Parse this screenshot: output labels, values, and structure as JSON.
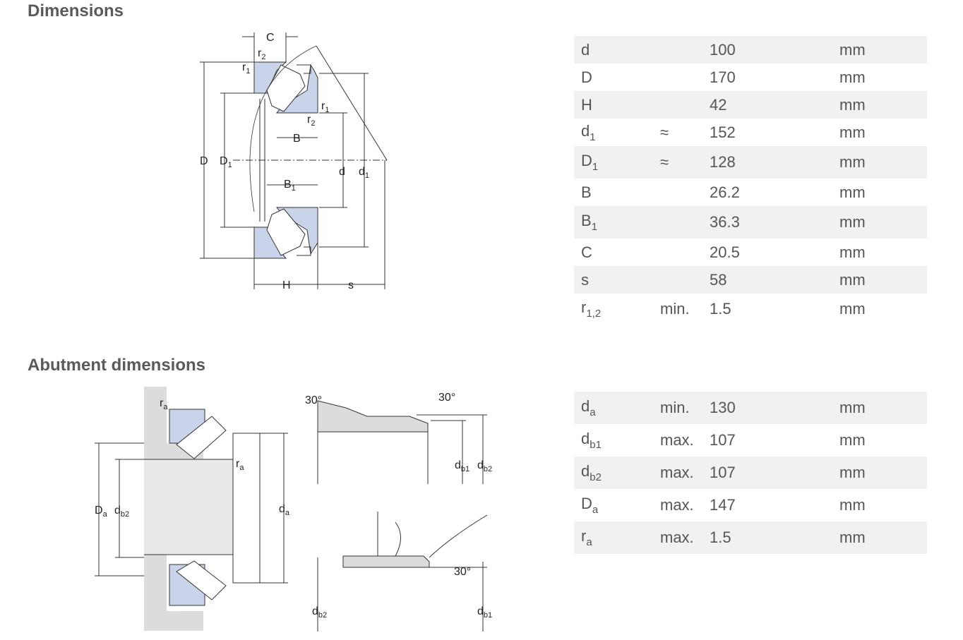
{
  "sections": {
    "dimensions_title": "Dimensions",
    "abutment_title": "Abutment dimensions"
  },
  "dimensions": [
    {
      "sym": "d",
      "sub": "",
      "qual": "",
      "value": "100",
      "unit": "mm"
    },
    {
      "sym": "D",
      "sub": "",
      "qual": "",
      "value": "170",
      "unit": "mm"
    },
    {
      "sym": "H",
      "sub": "",
      "qual": "",
      "value": "42",
      "unit": "mm"
    },
    {
      "sym": "d",
      "sub": "1",
      "qual": "≈",
      "value": "152",
      "unit": "mm"
    },
    {
      "sym": "D",
      "sub": "1",
      "qual": "≈",
      "value": "128",
      "unit": "mm"
    },
    {
      "sym": "B",
      "sub": "",
      "qual": "",
      "value": "26.2",
      "unit": "mm"
    },
    {
      "sym": "B",
      "sub": "1",
      "qual": "",
      "value": "36.3",
      "unit": "mm"
    },
    {
      "sym": "C",
      "sub": "",
      "qual": "",
      "value": "20.5",
      "unit": "mm"
    },
    {
      "sym": "s",
      "sub": "",
      "qual": "",
      "value": "58",
      "unit": "mm"
    },
    {
      "sym": "r",
      "sub": "1,2",
      "qual": "min.",
      "value": "1.5",
      "unit": "mm"
    }
  ],
  "abutment": [
    {
      "sym": "d",
      "sub": "a",
      "qual": "min.",
      "value": "130",
      "unit": "mm"
    },
    {
      "sym": "d",
      "sub": "b1",
      "qual": "max.",
      "value": "107",
      "unit": "mm"
    },
    {
      "sym": "d",
      "sub": "b2",
      "qual": "max.",
      "value": "107",
      "unit": "mm"
    },
    {
      "sym": "D",
      "sub": "a",
      "qual": "max.",
      "value": "147",
      "unit": "mm"
    },
    {
      "sym": "r",
      "sub": "a",
      "qual": "max.",
      "value": "1.5",
      "unit": "mm"
    }
  ],
  "diagram_labels": {
    "C": "C",
    "r": "r",
    "r1_sub": "1",
    "r2_sub": "2",
    "D": "D",
    "D1_main": "D",
    "D1_sub": "1",
    "B": "B",
    "B1_main": "B",
    "B1_sub": "1",
    "d": "d",
    "d1_main": "d",
    "d1_sub": "1",
    "H": "H",
    "s": "s",
    "ra_sub": "a",
    "Da_main": "D",
    "Da_sub": "a",
    "db2_main": "d",
    "db2_sub": "b2",
    "db1_sub": "b1",
    "da_main": "d",
    "da_sub": "a",
    "angle": "30°"
  },
  "colors": {
    "bearing_fill": "#c9d4ea",
    "housing_fill": "#dcdcdc",
    "shaft_fill": "#e8e8e8",
    "row_shade": "#f1f1f1",
    "line": "#333333"
  }
}
